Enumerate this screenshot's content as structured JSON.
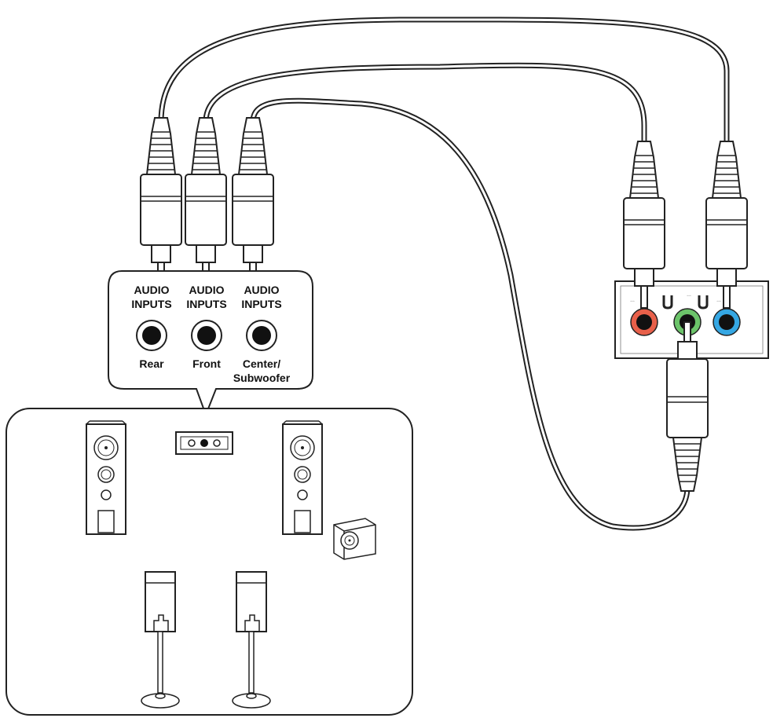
{
  "jack_panel": {
    "jacks": [
      {
        "top": "AUDIO",
        "bottom": "INPUTS",
        "name": "Rear"
      },
      {
        "top": "AUDIO",
        "bottom": "INPUTS",
        "name": "Front"
      },
      {
        "top": "AUDIO",
        "bottom": "INPUTS",
        "name": "Center/",
        "name2": "Subwoofer"
      }
    ]
  },
  "pc_panel": {
    "jack_colors": [
      "#e8604a",
      "#6cc46a",
      "#35a7e3"
    ]
  }
}
